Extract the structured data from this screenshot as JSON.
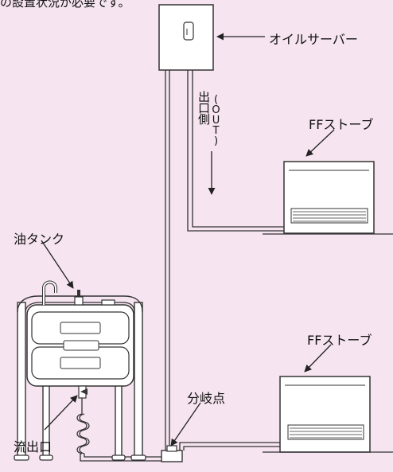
{
  "top_caption": "の設置状況が必要です。",
  "labels": {
    "oil_server": "オイルサーバー",
    "outlet_side": "出口側",
    "outlet_side_sub": "(OUT)",
    "ff_stove_upper": "FFストーブ",
    "ff_stove_lower": "FFストーブ",
    "oil_tank": "油タンク",
    "branch_point": "分岐点",
    "outflow_port": "流出口"
  },
  "colors": {
    "background": "#f6e4f0",
    "line": "#333333",
    "fill": "#ffffff"
  }
}
